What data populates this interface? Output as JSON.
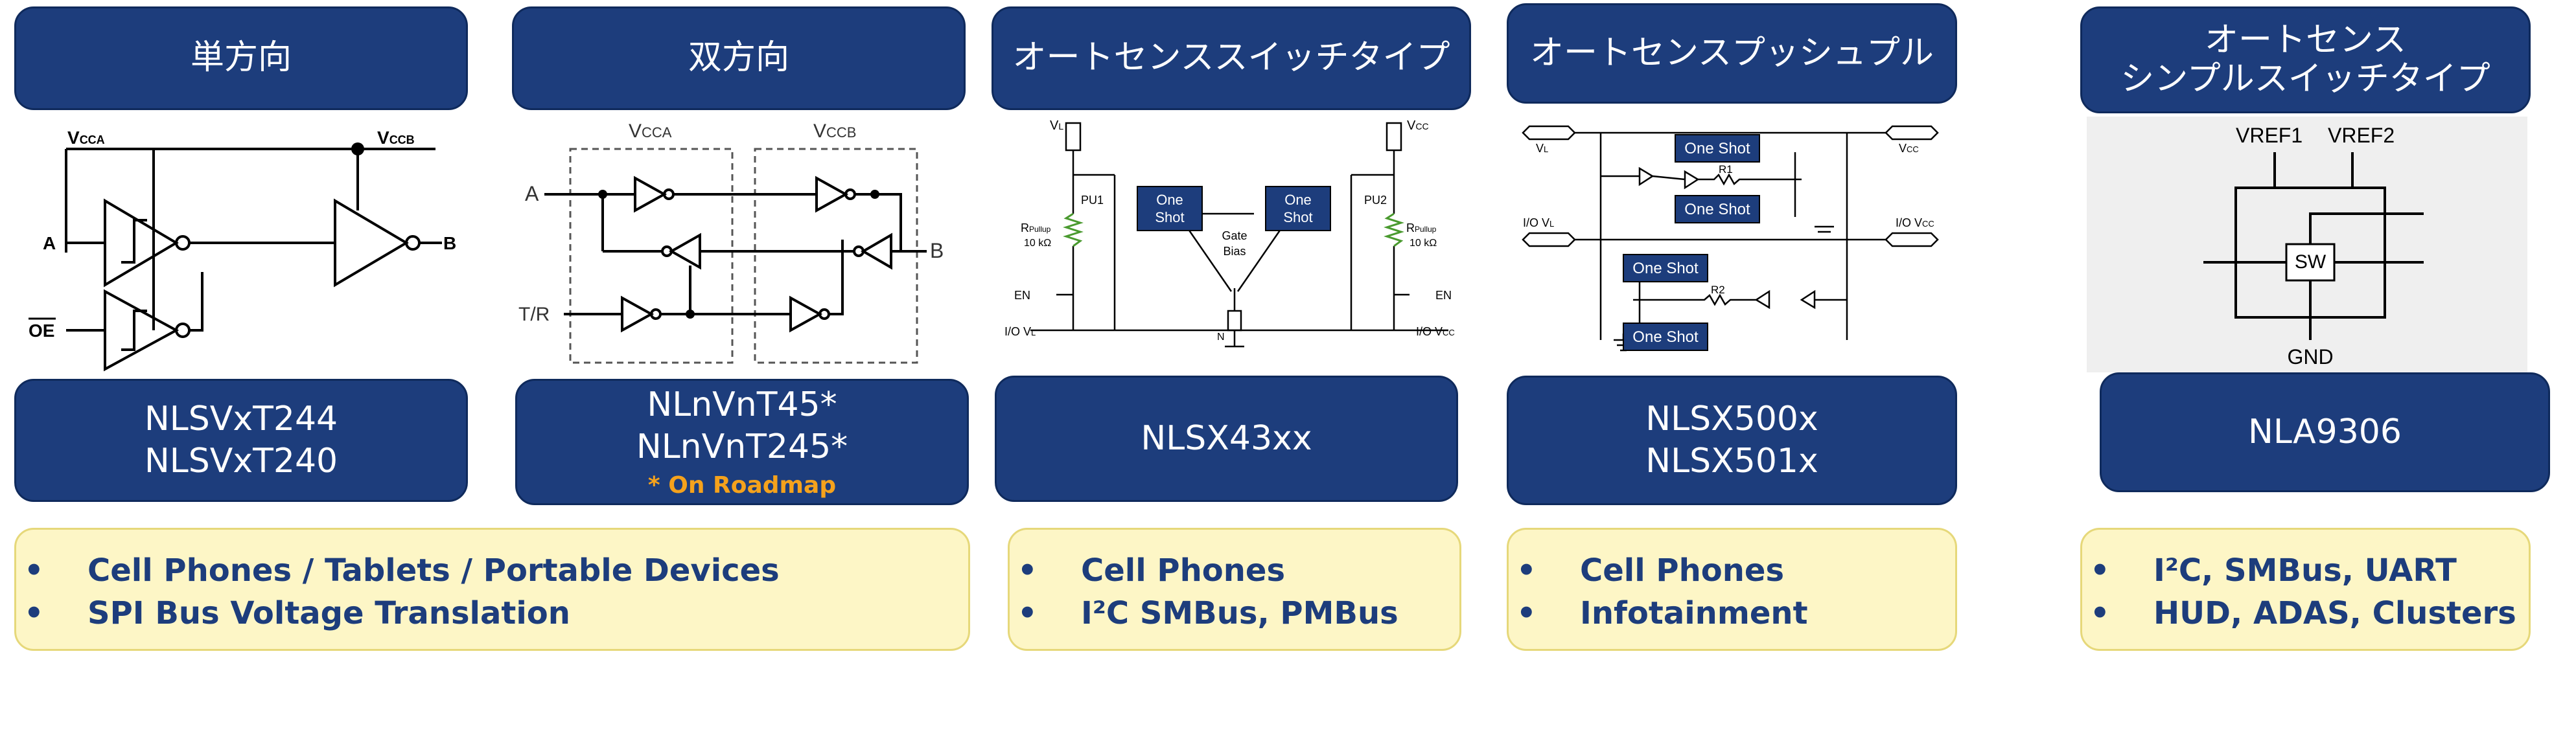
{
  "columns": [
    {
      "header": [
        "単方向"
      ],
      "diagram": {
        "vcca": "V",
        "vcca_sub": "CCA",
        "vccb": "V",
        "vccb_sub": "CCB",
        "pin_a": "A",
        "pin_oe": "OE",
        "pin_b": "B"
      },
      "parts": [
        "NLSVxT244",
        "NLSVxT240"
      ],
      "apps": [
        "Cell Phones / Tablets / Portable Devices",
        "SPI Bus Voltage Translation"
      ]
    },
    {
      "header": [
        "双方向"
      ],
      "diagram": {
        "vcca": "V",
        "vcca_sub": "CCA",
        "vccb": "V",
        "vccb_sub": "CCB",
        "pin_a": "A",
        "pin_tr": "T/R",
        "pin_b": "B"
      },
      "parts": [
        "NLnVnT45*",
        "NLnVnT245*"
      ],
      "note": "* On Roadmap"
    },
    {
      "header": [
        "オートセンススイッチタイプ"
      ],
      "diagram": {
        "vl": "V",
        "vl_sub": "L",
        "vcc": "V",
        "vcc_sub": "CC",
        "pu1": "PU1",
        "pu2": "PU2",
        "one": "One",
        "shot": "Shot",
        "rpull": "R",
        "rpull_sub": "Pullup",
        "ohm": "10 kΩ",
        "gate": "Gate",
        "bias": "Bias",
        "n": "N",
        "en": "EN",
        "io_vl": "I/O V",
        "io_vl_sub": "L",
        "io_vcc": "I/O V",
        "io_vcc_sub": "CC"
      },
      "parts": [
        "NLSX43xx"
      ],
      "apps": [
        "Cell Phones",
        "I²C SMBus, PMBus"
      ]
    },
    {
      "header": [
        "オートセンスプッシュプル"
      ],
      "diagram": {
        "vl": "V",
        "vl_sub": "L",
        "vcc": "V",
        "vcc_sub": "CC",
        "one_shot": "One Shot",
        "r1": "R1",
        "r2": "R2",
        "io_vl": "I/O V",
        "io_vl_sub": "L",
        "io_vcc": "I/O V",
        "io_vcc_sub": "CC"
      },
      "parts": [
        "NLSX500x",
        "NLSX501x"
      ],
      "apps": [
        "Cell Phones",
        "Infotainment"
      ]
    },
    {
      "header": [
        "オートセンス",
        "シンプルスイッチタイプ"
      ],
      "diagram": {
        "vref1": "VREF1",
        "vref2": "VREF2",
        "sw": "SW",
        "gnd": "GND"
      },
      "parts": [
        "NLA9306"
      ],
      "apps": [
        "I²C, SMBus, UART",
        "HUD, ADAS, Clusters"
      ]
    }
  ]
}
